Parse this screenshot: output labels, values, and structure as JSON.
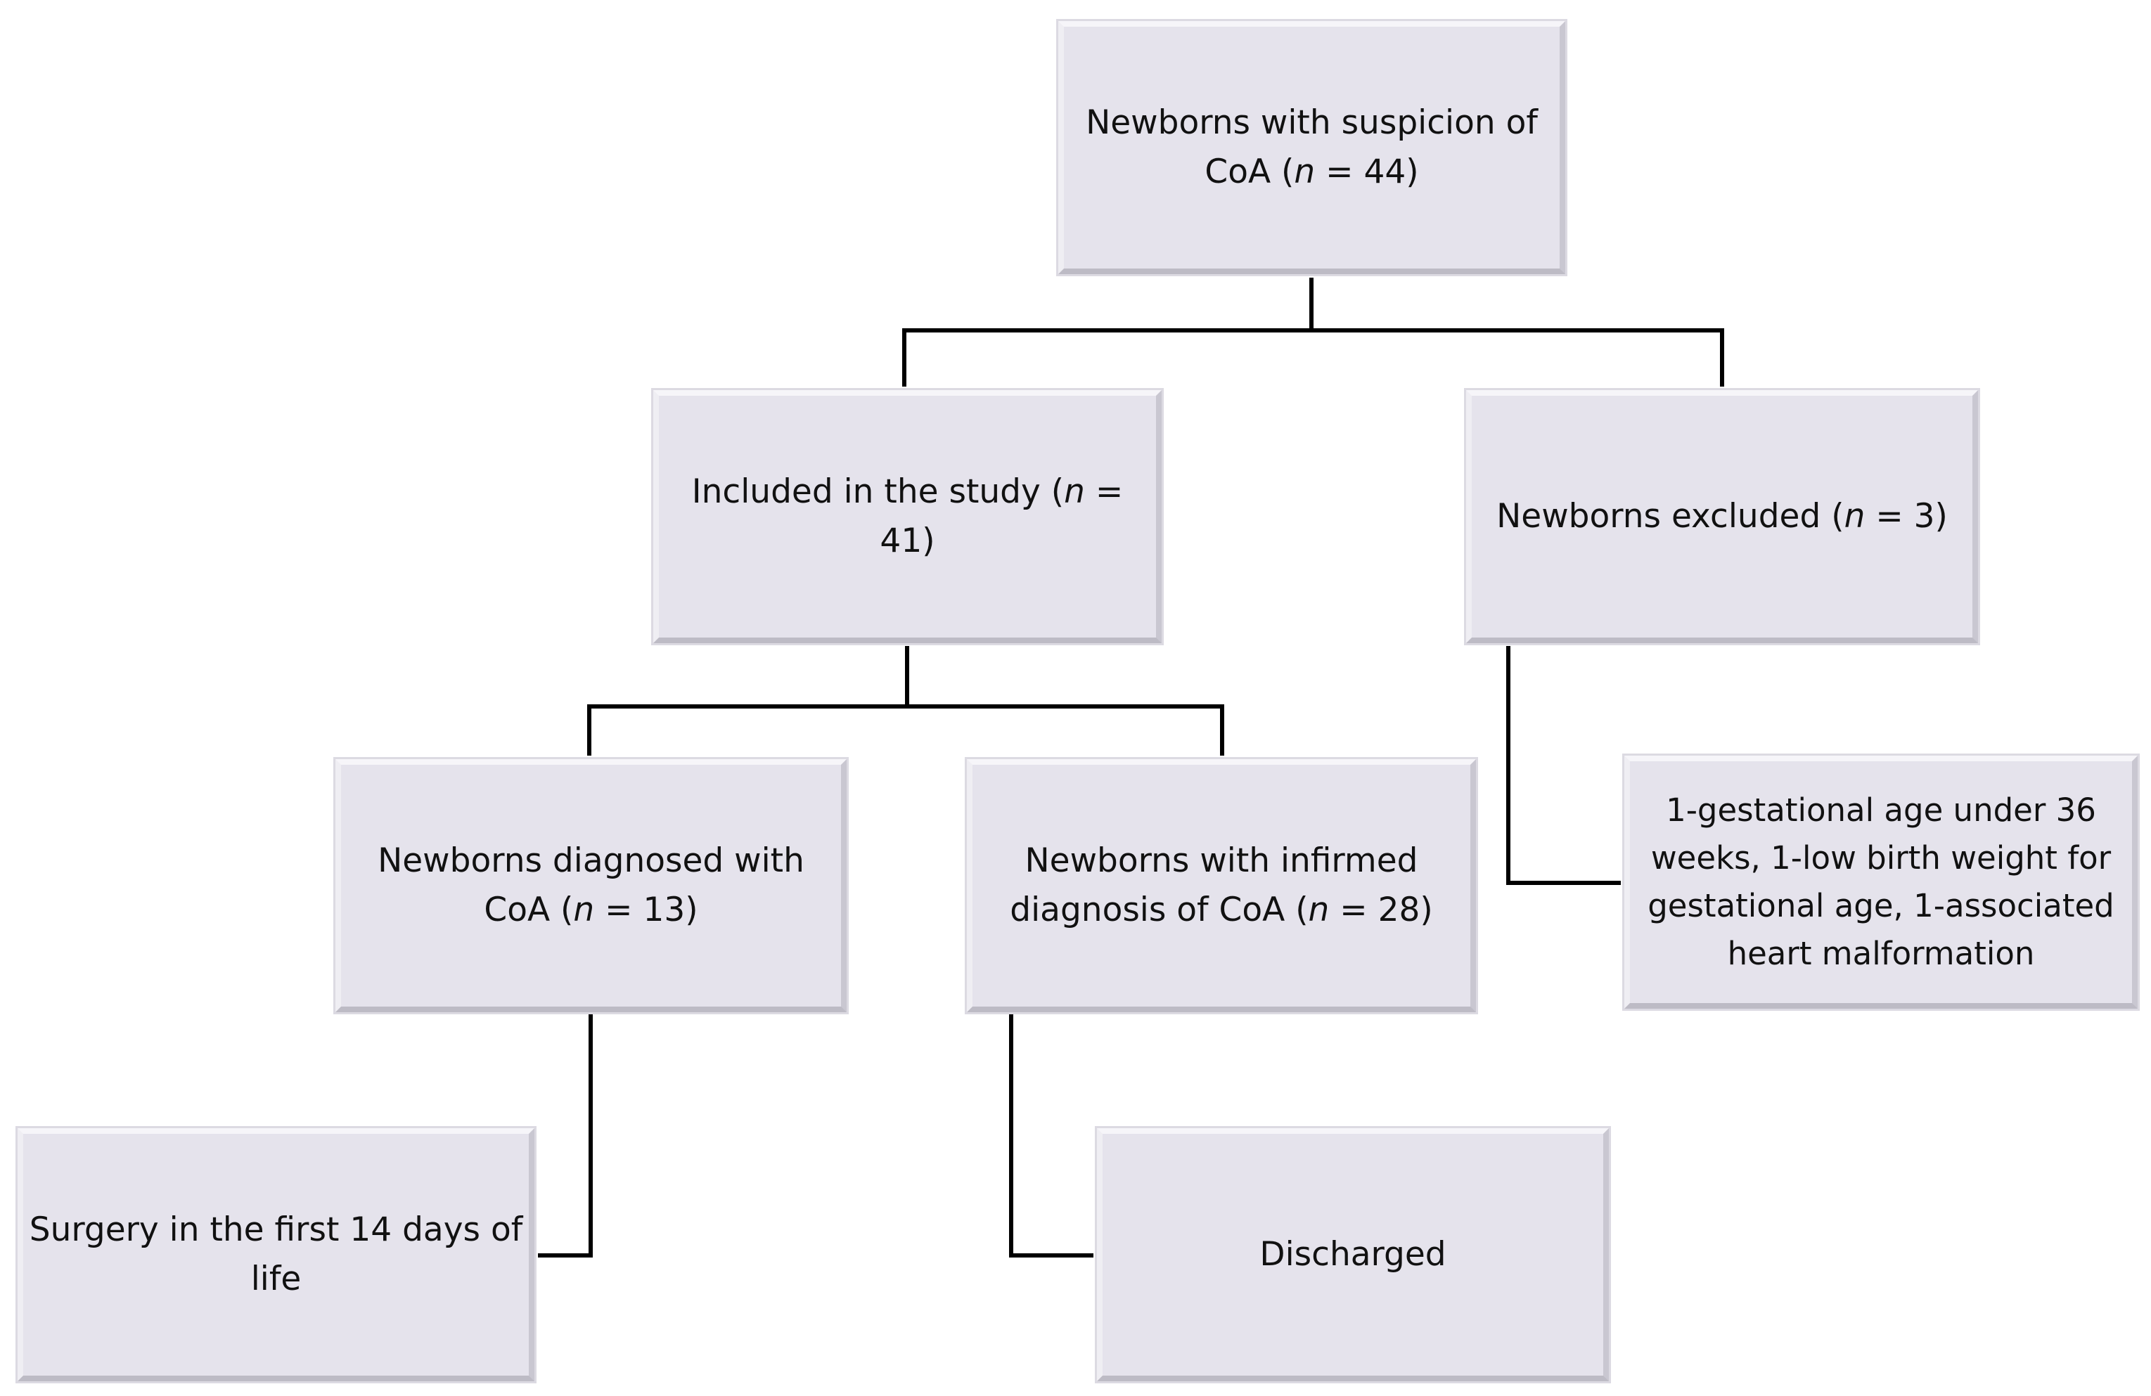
{
  "nodes": {
    "root": {
      "pre": "Newborns with suspicion of CoA (",
      "n": "n",
      "post": " = 44)"
    },
    "included": {
      "pre": "Included in the study (",
      "n": "n",
      "post": " = 41)"
    },
    "excluded": {
      "pre": "Newborns excluded (",
      "n": "n",
      "post": " = 3)"
    },
    "coa": {
      "pre": "Newborns diagnosed with CoA (",
      "n": "n",
      "post": " = 13)"
    },
    "infirmed": {
      "pre": "Newborns with infirmed diagnosis of CoA (",
      "n": "n",
      "post": " = 28)"
    },
    "reasons": {
      "text": "1-gestational age under 36 weeks, 1-low birth weight for gestational age, 1-associated heart malformation"
    },
    "surgery": {
      "text": "Surgery in the first 14 days of life"
    },
    "discharged": {
      "text": "Discharged"
    }
  },
  "colors": {
    "box_fill": "#e5e3ec",
    "connector": "#000000",
    "text": "#111111"
  }
}
